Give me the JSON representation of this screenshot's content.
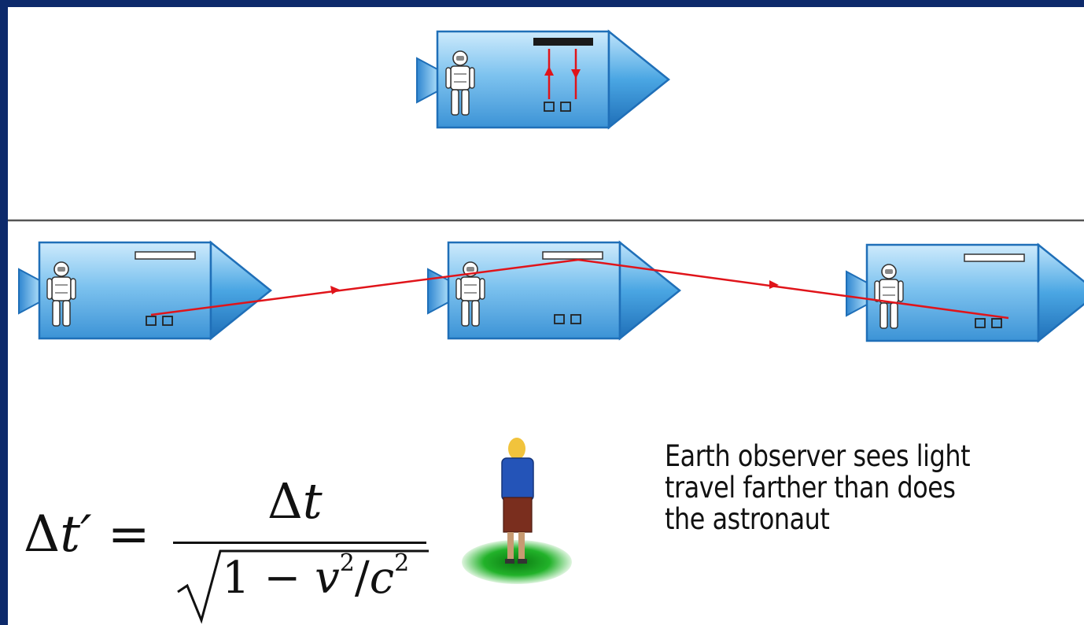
{
  "caption": {
    "line1": "Earth observer sees light",
    "line2": "travel farther than does",
    "line3": "the astronaut"
  },
  "formula": {
    "lhs_delta": "Δ",
    "lhs_var": "t′",
    "equals": " = ",
    "num_delta": "Δ",
    "num_var": "t",
    "den_one": "1 − ",
    "den_v": "v",
    "den_v_exp": "2",
    "den_slash": "/",
    "den_c": "c",
    "den_c_exp": "2"
  },
  "colors": {
    "frame": "#0d2a6b",
    "ship_body": "#7ec3ef",
    "ship_outline": "#1f6fb8",
    "light_path": "#e0141a",
    "mirror": "#1a1a1a",
    "ground_glow": "#22b22a",
    "divider": "#555555"
  },
  "icons": [
    "spaceship-icon",
    "astronaut-icon",
    "mirror-icon",
    "light-clock-icon",
    "observer-icon"
  ]
}
